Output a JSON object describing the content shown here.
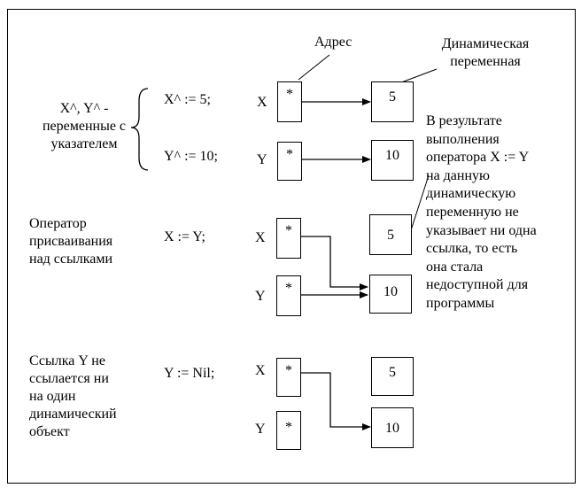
{
  "labels": {
    "address": "Адрес",
    "dynamic_var": "Динамическая\nпеременная",
    "pointer_vars": "X^, Y^ -\nпеременные с\nуказателем",
    "assign_op": "Оператор\nприсваивания\nнад ссылками",
    "nil_desc": "Ссылка Y не\nссылается ни\nна один\nдинамический\nобъект",
    "note": "В результате\nвыполнения\nоператора X := Y\nна данную\nдинамическую\nпеременную не\nуказывает ни одна\nссылка, то есть\nона стала\nнедоступной для\nпрограммы"
  },
  "code": {
    "x_assign": "X^ := 5;",
    "y_assign": "Y^ := 10;",
    "x_eq_y": "X := Y;",
    "y_nil": "Y := Nil;"
  },
  "rows": [
    {
      "x_name": "X",
      "y_name": "Y",
      "x_ptr": "*",
      "y_ptr": "*",
      "val_top": "5",
      "val_bottom": "10"
    },
    {
      "x_name": "X",
      "y_name": "Y",
      "x_ptr": "*",
      "y_ptr": "*",
      "val_top": "5",
      "val_bottom": "10"
    },
    {
      "x_name": "X",
      "y_name": "Y",
      "x_ptr": "*",
      "y_ptr": "*",
      "val_top": "5",
      "val_bottom": "10"
    }
  ]
}
